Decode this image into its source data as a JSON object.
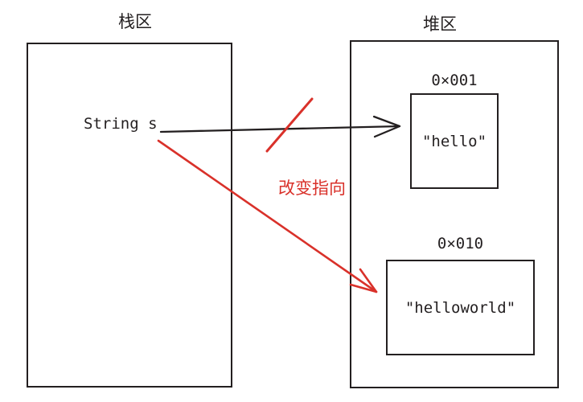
{
  "canvas": {
    "background": "#ffffff",
    "ink_color": "#231f20",
    "accent_color": "#d9312a"
  },
  "stack": {
    "title": "栈区",
    "variable_label": "String s"
  },
  "heap": {
    "title": "堆区",
    "objects": [
      {
        "address": "0×001",
        "value": "\"hello\""
      },
      {
        "address": "0×010",
        "value": "\"helloworld\""
      }
    ]
  },
  "annotations": {
    "change_pointer_label": "改变指向"
  }
}
